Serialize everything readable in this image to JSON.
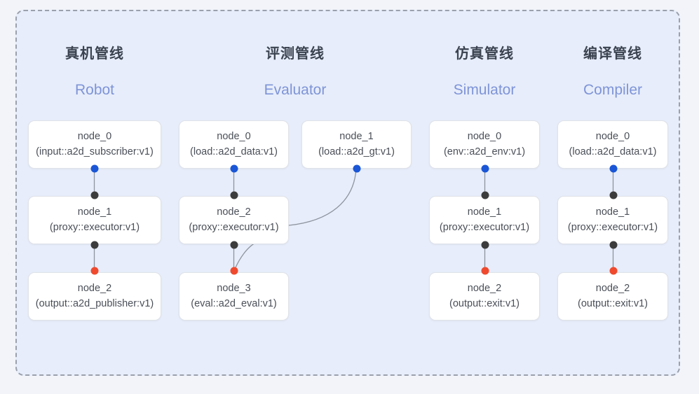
{
  "diagram": {
    "frame": {
      "style": "dashed-rounded-container"
    },
    "columns": [
      {
        "id": "robot",
        "title_cn": "真机管线",
        "title_en": "Robot",
        "nodes": [
          {
            "name": "node_0",
            "type": "(input::a2d_subscriber:v1)"
          },
          {
            "name": "node_1",
            "type": "(proxy::executor:v1)"
          },
          {
            "name": "node_2",
            "type": "(output::a2d_publisher:v1)"
          }
        ]
      },
      {
        "id": "evaluator",
        "title_cn": "评测管线",
        "title_en": "Evaluator",
        "nodes": [
          {
            "name": "node_0",
            "type": "(load::a2d_data:v1)"
          },
          {
            "name": "node_1",
            "type": "(load::a2d_gt:v1)"
          },
          {
            "name": "node_2",
            "type": "(proxy::executor:v1)"
          },
          {
            "name": "node_3",
            "type": "(eval::a2d_eval:v1)"
          }
        ]
      },
      {
        "id": "simulator",
        "title_cn": "仿真管线",
        "title_en": "Simulator",
        "nodes": [
          {
            "name": "node_0",
            "type": "(env::a2d_env:v1)"
          },
          {
            "name": "node_1",
            "type": "(proxy::executor:v1)"
          },
          {
            "name": "node_2",
            "type": "(output::exit:v1)"
          }
        ]
      },
      {
        "id": "compiler",
        "title_cn": "编译管线",
        "title_en": "Compiler",
        "nodes": [
          {
            "name": "node_0",
            "type": "(load::a2d_data:v1)"
          },
          {
            "name": "node_1",
            "type": "(proxy::executor:v1)"
          },
          {
            "name": "node_2",
            "type": "(output::exit:v1)"
          }
        ]
      }
    ],
    "port_colors": {
      "output": "#1a56d6",
      "passthrough": "#3c3c3c",
      "terminal": "#ef4a2e"
    },
    "palette": {
      "canvas_background": "#f2f4fa",
      "frame_background": "#e7edfa",
      "frame_border": "#9aa0ac",
      "node_background": "#ffffff",
      "node_border": "#dfe2e8",
      "title_cn_color": "#3b4250",
      "title_en_color": "#7e94d8",
      "node_text_color": "#4a4f58",
      "edge_color": "#8e949f"
    }
  }
}
